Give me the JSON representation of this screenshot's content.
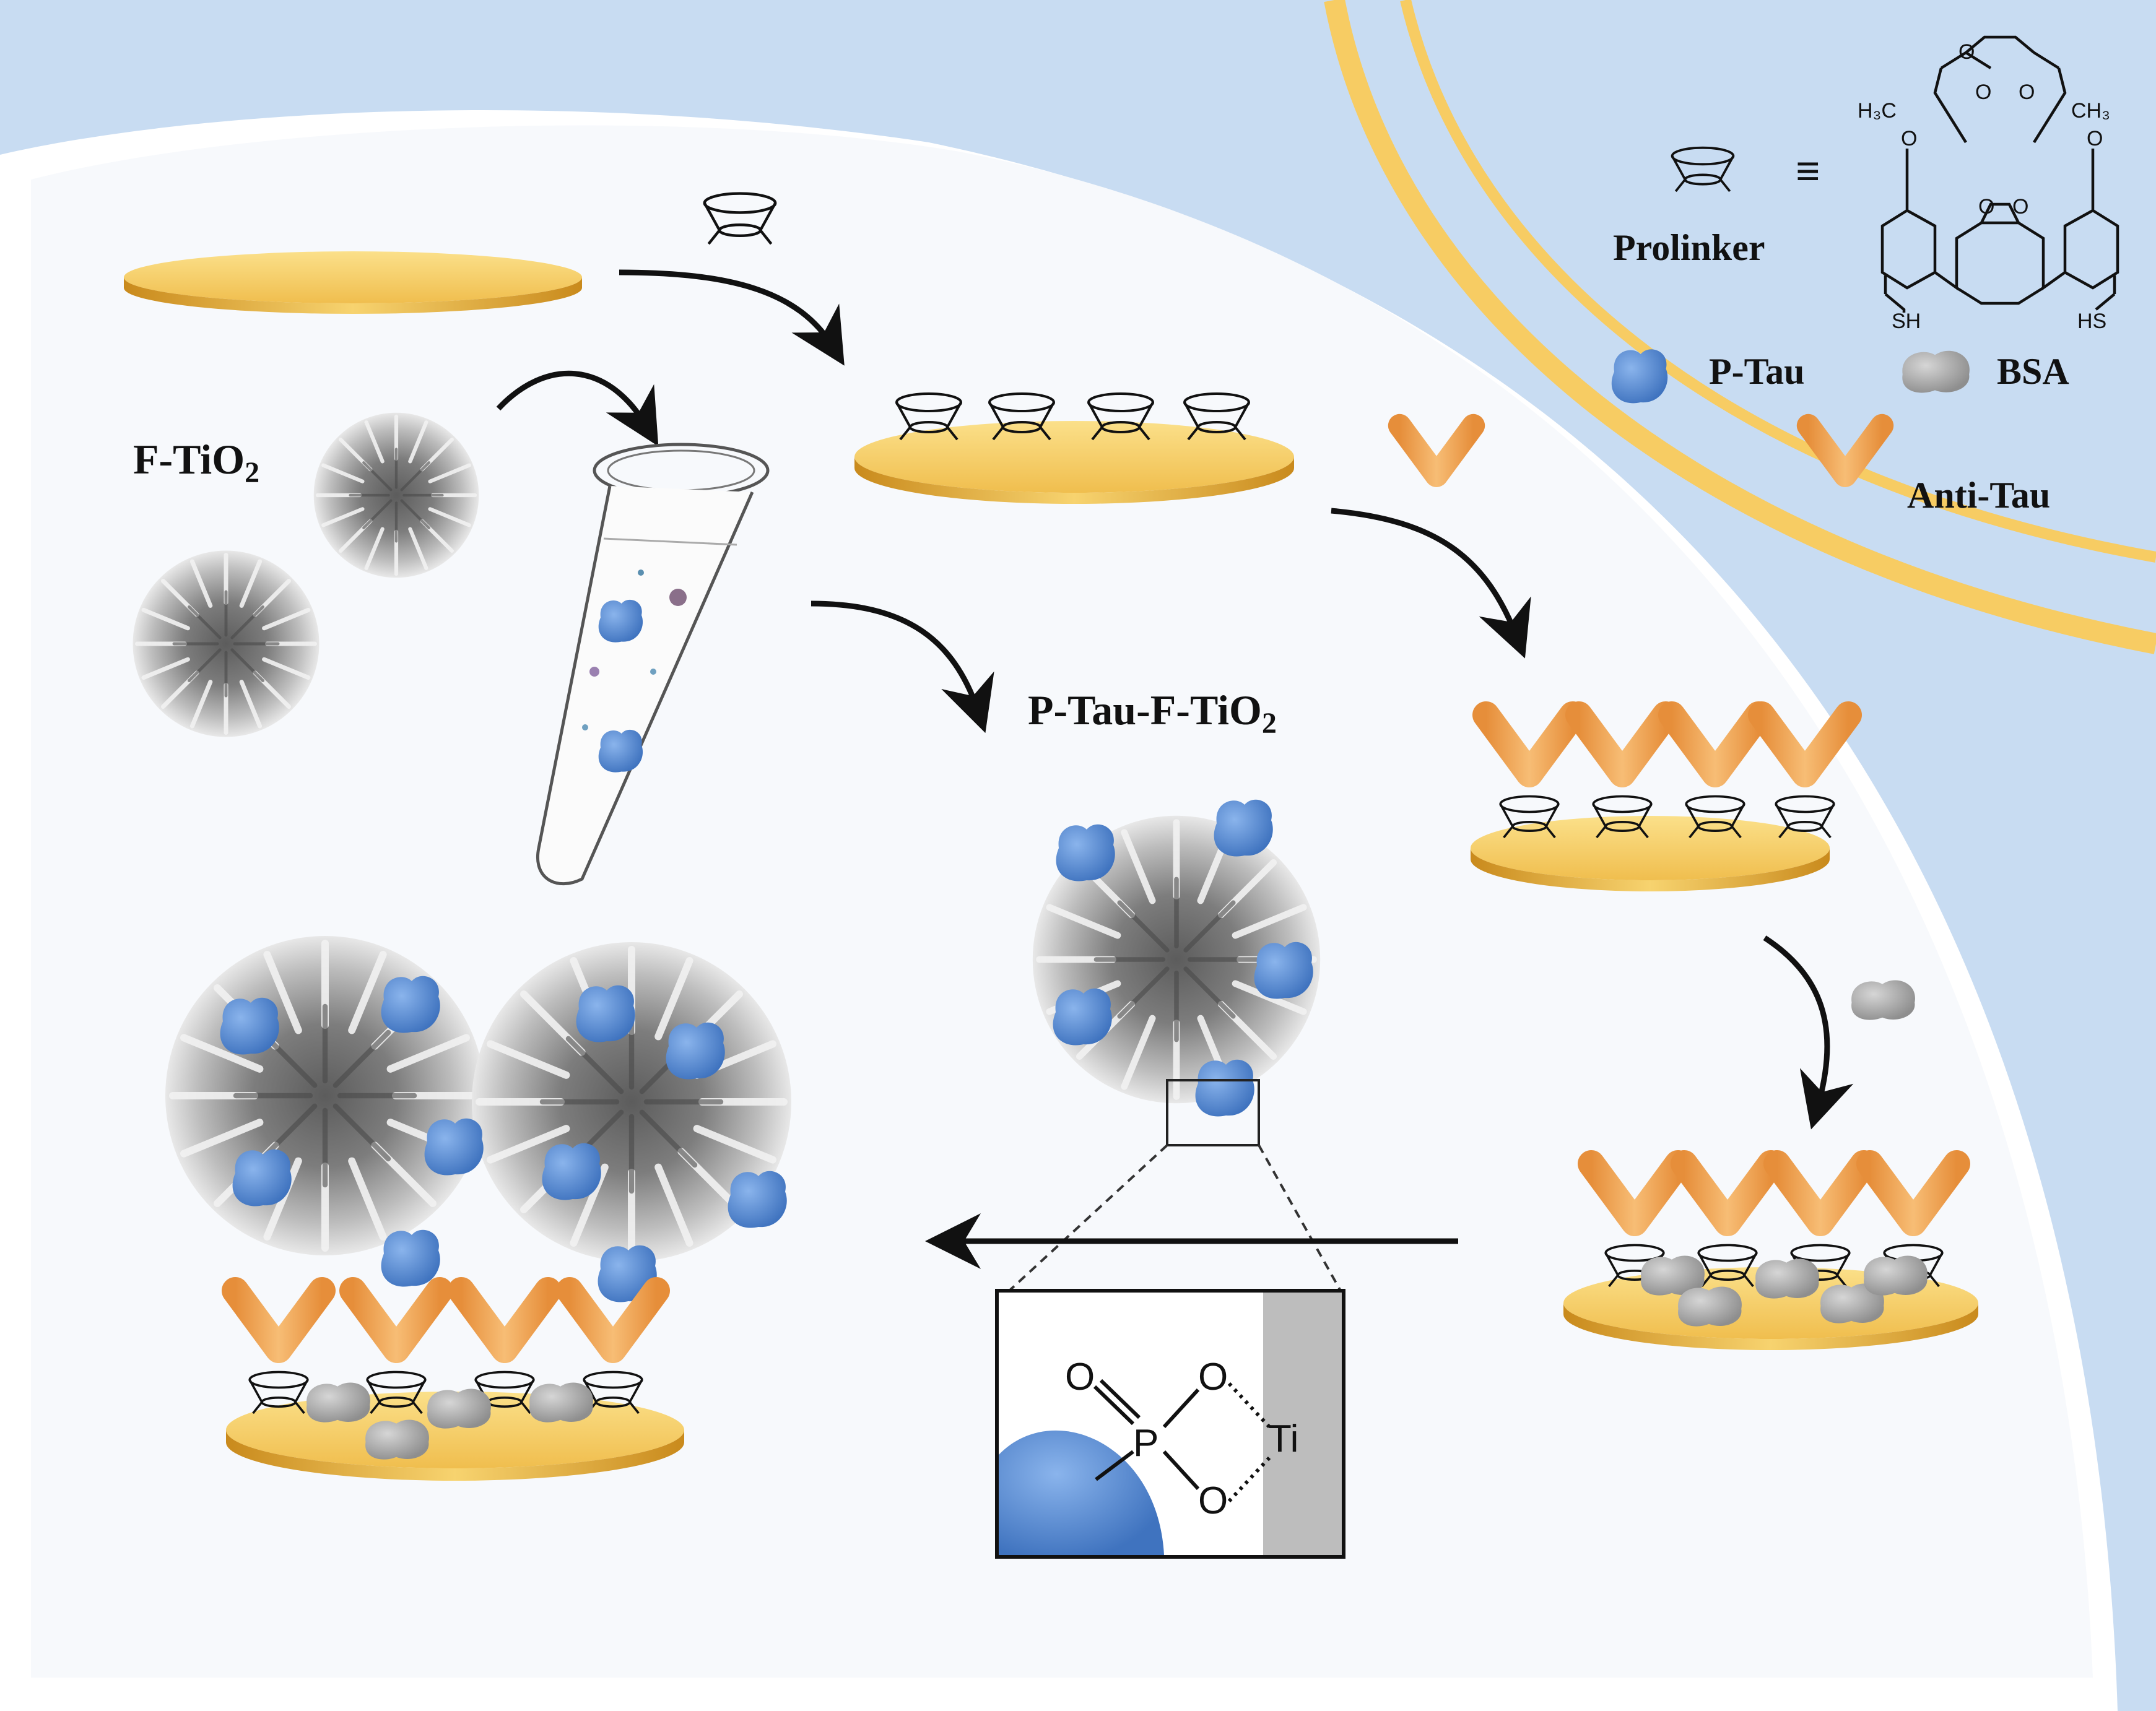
{
  "labels": {
    "f_tio2": "F-TiO",
    "f_tio2_sub": "2",
    "p_tau_f_tio2": "P-Tau-F-TiO",
    "p_tau_f_tio2_sub": "2",
    "prolinker": "Prolinker",
    "equiv": "≡",
    "p_tau": "P-Tau",
    "bsa": "BSA",
    "anti_tau": "Anti-Tau"
  },
  "structure_atoms": {
    "h3c": "H₃C",
    "ch3": "CH₃",
    "o_left": "O",
    "o_right": "O",
    "o_mid1": "O",
    "o_mid2": "O",
    "o_crown1": "O",
    "o_crown2": "O",
    "o_crown3": "O",
    "sh_left": "SH",
    "hs_right": "HS"
  },
  "bonding_inset": {
    "o_double": "O",
    "p": "P",
    "o_top": "O",
    "o_bottom": "O",
    "ti": "Ti"
  },
  "colors": {
    "background_band": "#c5d9f1",
    "gold": "#f5c75c",
    "gold_edge": "#d9a23a",
    "antibody": "#f3a95b",
    "p_tau": "#5b8fd6",
    "bsa": "#a9a9a9",
    "particle": "#8a8a8a",
    "inset_ti": "#bdbdbd"
  }
}
